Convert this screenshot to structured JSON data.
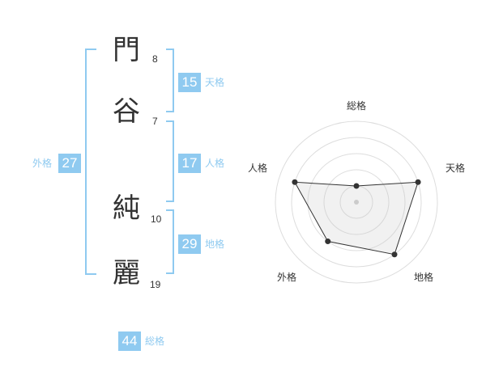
{
  "colors": {
    "accent": "#8fcaf0",
    "text": "#333333"
  },
  "name_chars": [
    {
      "char": "門",
      "strokes": "8"
    },
    {
      "char": "谷",
      "strokes": "7"
    },
    {
      "char": "純",
      "strokes": "10"
    },
    {
      "char": "麗",
      "strokes": "19"
    }
  ],
  "scores": {
    "tenkaku": {
      "value": "15",
      "label": "天格"
    },
    "jinkaku": {
      "value": "17",
      "label": "人格"
    },
    "chikaku": {
      "value": "29",
      "label": "地格"
    },
    "gaikaku": {
      "value": "27",
      "label": "外格"
    },
    "soukaku": {
      "value": "44",
      "label": "総格"
    }
  },
  "radar": {
    "axes": [
      "総格",
      "天格",
      "地格",
      "外格",
      "人格"
    ],
    "values": [
      0.2,
      0.8,
      0.8,
      0.6,
      0.8
    ],
    "max": 1
  }
}
